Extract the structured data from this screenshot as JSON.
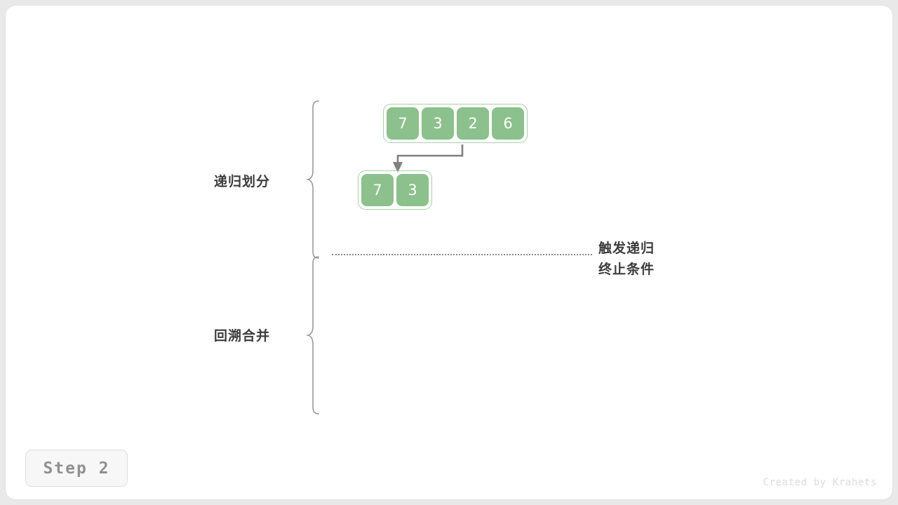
{
  "meta": {
    "step_label": "Step 2",
    "credit": "Created by Krahets"
  },
  "stages": [
    {
      "id": "divide",
      "label": "递归划分"
    },
    {
      "id": "merge",
      "label": "回溯合并"
    }
  ],
  "annotations": {
    "termination_line1": "触发递归",
    "termination_line2": "终止条件"
  },
  "arrays": [
    {
      "id": "array-root",
      "values": [
        "7",
        "3",
        "2",
        "6"
      ]
    },
    {
      "id": "array-left",
      "values": [
        "7",
        "3"
      ]
    }
  ],
  "colors": {
    "cell_fill": "#8cc08c",
    "cell_border": "#a9cfa9",
    "cell_text": "#ffffff",
    "arrow": "#808080",
    "brace": "#9a9a9a",
    "divider": "#8a8a8a",
    "label_text": "#3c3c3c",
    "badge_text": "#909090",
    "credit_text": "#dcdcdc",
    "canvas": "#ffffff",
    "page": "#e9e9e9"
  }
}
